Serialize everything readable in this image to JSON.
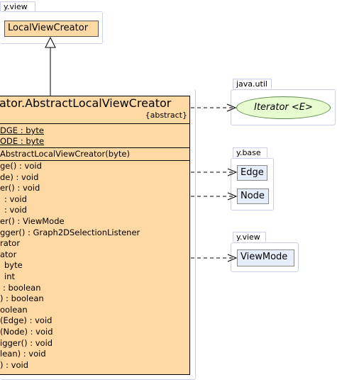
{
  "packages": {
    "yview_top": {
      "label": "y.view",
      "class_name": "LocalViewCreator"
    },
    "java_util": {
      "label": "java.util",
      "interface_name": "Iterator <E>"
    },
    "ybase": {
      "label": "y.base",
      "items": [
        "Edge",
        "Node"
      ]
    },
    "yview_bottom": {
      "label": "y.view",
      "item": "ViewMode"
    }
  },
  "main_class": {
    "title": "ator.AbstractLocalViewCreator",
    "stereotype": "{abstract}",
    "fields": [
      "DGE : byte",
      "ODE : byte"
    ],
    "constructors": [
      "AbstractLocalViewCreator(byte)"
    ],
    "methods": [
      "ge() : void",
      "de) : void",
      "er() : void",
      ": void",
      ": void",
      "er() : ViewMode",
      "gger() : Graph2DSelectionListener",
      "rator",
      "ator",
      "byte",
      "int",
      ": boolean",
      ") : boolean",
      "oolean",
      "(Edge) : void",
      "(Node) : void",
      "igger() : void",
      "lean) : void",
      ") : void"
    ]
  }
}
